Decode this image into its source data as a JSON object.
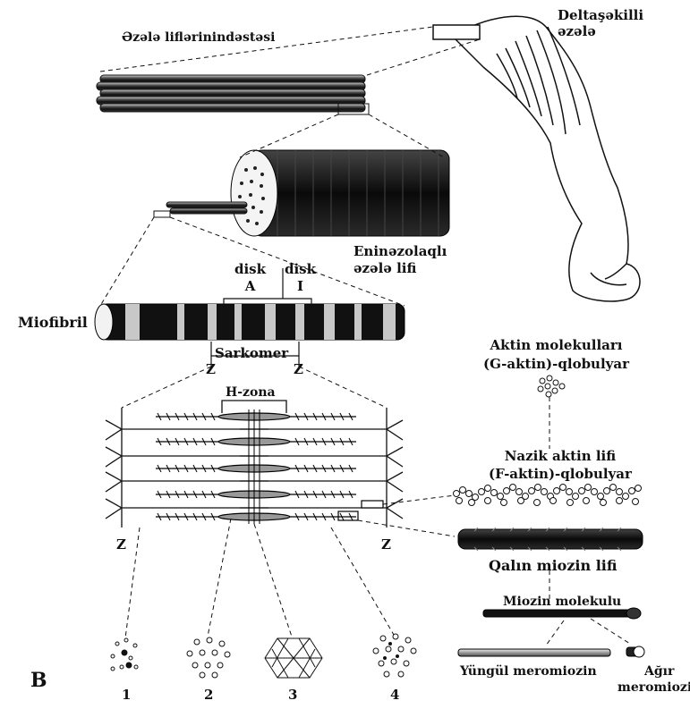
{
  "labels": {
    "fiber_bundle": "Əzələ liflərinindəstəsi",
    "deltoid": "Deltaşəkilli\nəzələ",
    "striated_fiber": "Eninəzolaqlı\nəzələ lifi",
    "disk_a": "disk\nA",
    "disk_i": "disk\nI",
    "myofibril": "Miofibril",
    "sarcomere": "Sarkomer",
    "z_left": "Z",
    "z_right": "Z",
    "h_zone": "H-zona",
    "z_bottom_left": "Z",
    "z_bottom_right": "Z",
    "actin_molecules": "Aktin molekulları\n(G-aktin)-qlobulyar",
    "thin_actin": "Nazik aktin lifi\n(F-aktin)-qlobulyar",
    "thick_myosin": "Qalın miozin lifi",
    "myosin_molecule": "Miozin molekulu",
    "light_meromyosin": "Yüngül meromiozin",
    "heavy_meromyosin": "Ağır\nmeromiozin",
    "panel": "B"
  },
  "cross_sections": [
    "1",
    "2",
    "3",
    "4"
  ]
}
